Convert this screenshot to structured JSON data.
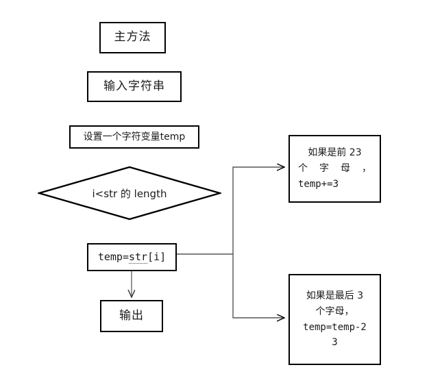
{
  "diagram": {
    "title": "",
    "background": "#ffffff",
    "stroke": "#000000",
    "text_color": "#1a1a1a",
    "nodes": {
      "main_method": {
        "label": "主方法",
        "shape": "rectangle"
      },
      "input_string": {
        "label": "输入字符串",
        "shape": "rectangle"
      },
      "declare_temp": {
        "label": "设置一个字符变量temp",
        "shape": "rectangle"
      },
      "loop_condition": {
        "label": "i<str 的 length",
        "shape": "diamond"
      },
      "assign_temp": {
        "shape": "rectangle",
        "prefix": "temp=",
        "underlined": "str",
        "suffix": "[i]"
      },
      "output": {
        "label": "输出",
        "shape": "rectangle"
      },
      "branch_first23": {
        "shape": "rectangle",
        "lines": [
          "如果是前 23",
          "个 字 母 ，",
          "temp+=3"
        ]
      },
      "branch_last3": {
        "shape": "rectangle",
        "lines": [
          "如果是最后 3",
          "个字母，",
          "temp=temp-2",
          "3"
        ]
      }
    },
    "connectors": [
      {
        "name": "assign-temp-to-output",
        "kind": "arrow-down"
      },
      {
        "name": "assign-temp-to-branch-first23",
        "kind": "elbow-arrow-up-right"
      },
      {
        "name": "assign-temp-to-branch-last3",
        "kind": "elbow-arrow-down-right"
      }
    ]
  }
}
